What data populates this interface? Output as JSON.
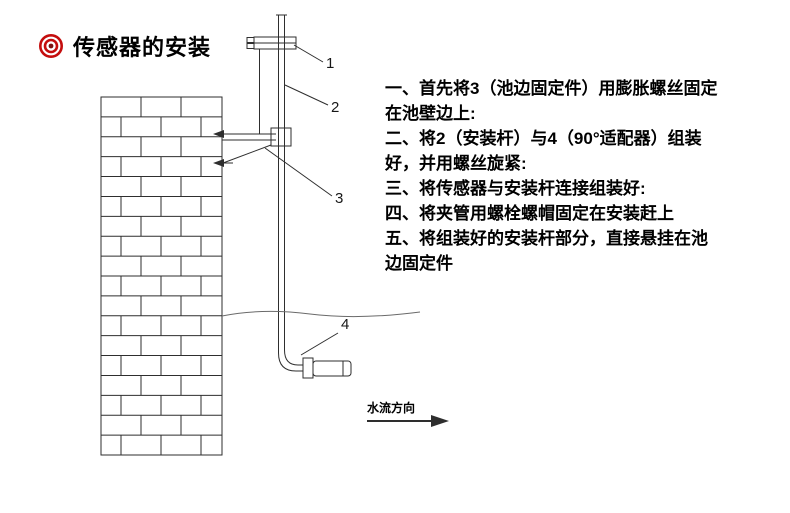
{
  "header": {
    "title": "传感器的安装"
  },
  "colors": {
    "accent_red": "#c40d0d",
    "icon_center": "#7c1212",
    "line": "#2e2e2e"
  },
  "instructions": {
    "lines": [
      "一、首先将3（池边固定件）用膨胀螺丝固定",
      "在池壁边上:",
      "二、将2（安装杆）与4（90°适配器）组装",
      "好，并用螺丝旋紧:",
      "三、将传感器与安装杆连接组装好:",
      "四、将夹管用螺栓螺帽固定在安装赶上",
      "五、将组装好的安装杆部分，直接悬挂在池",
      "边固定件"
    ]
  },
  "diagram": {
    "callout_1": "1",
    "callout_2": "2",
    "callout_3": "3",
    "callout_4": "4",
    "flow_direction_label": "水流方向"
  }
}
